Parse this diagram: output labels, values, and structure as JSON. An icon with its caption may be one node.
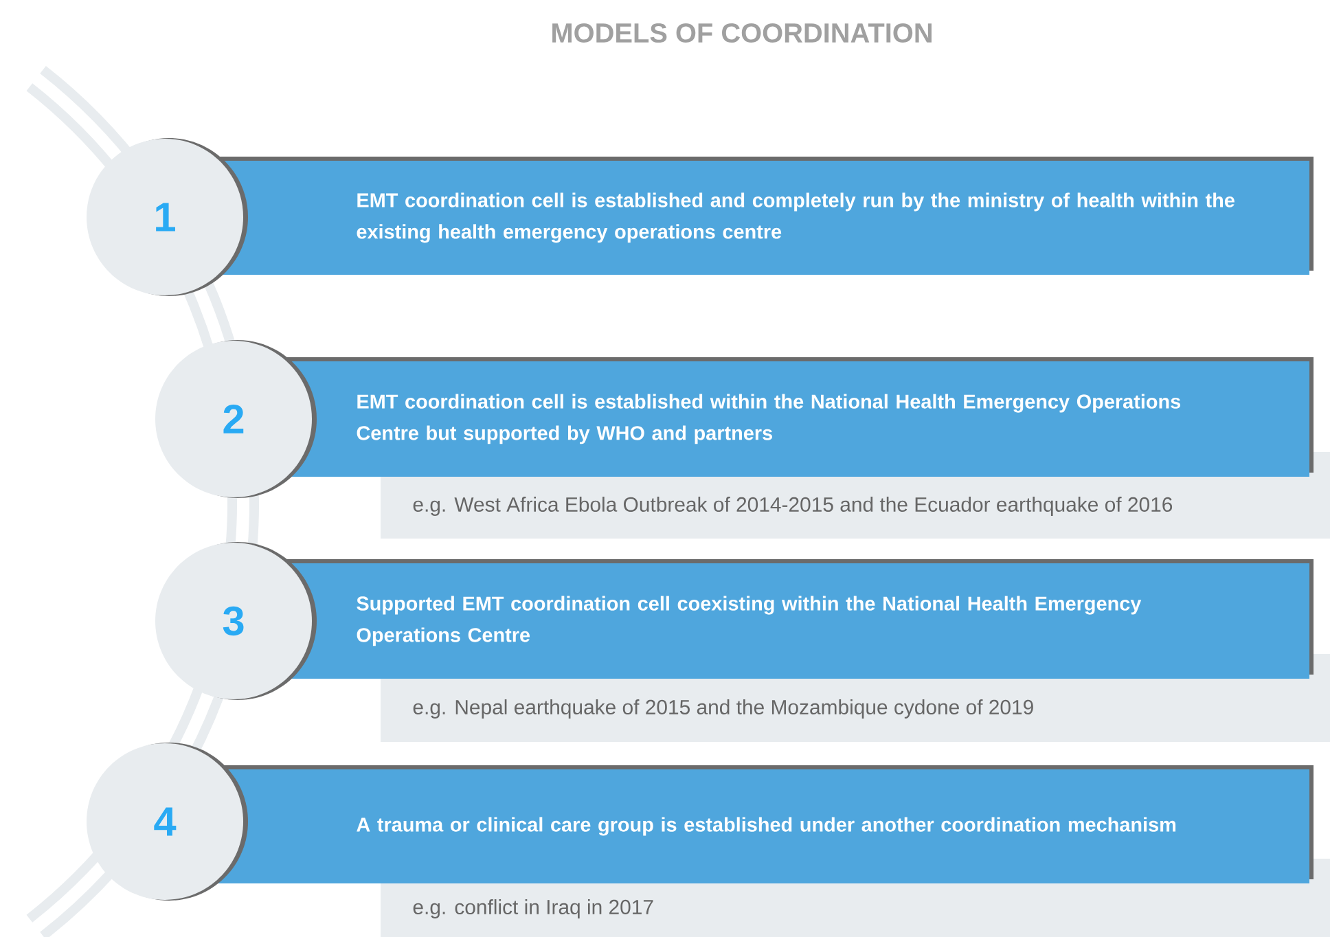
{
  "diagram": {
    "title": "MODELS OF COORDINATION",
    "nodes": [
      {
        "text": [
          "1"
        ]
      },
      {
        "text": [
          "EMT coordination cell is established and completely run by the ministry of health within the existing health emergency operations centre"
        ]
      },
      {
        "text": [
          "2"
        ]
      },
      {
        "text": [
          "EMT coordination cell is established within the National Health Emergency Operations Centre but supported by WHO and partners"
        ]
      },
      {
        "text": [
          "e.g. West Africa Ebola Outbreak of 2014-2015 and the Ecuador earthquake of 2016"
        ]
      },
      {
        "text": [
          "3"
        ]
      },
      {
        "text": [
          "Supported EMT coordination cell coexisting within the National Health Emergency Operations Centre"
        ]
      },
      {
        "text": [
          "e.g. Nepal earthquake of 2015 and the Mozambique cydone of 2019"
        ]
      },
      {
        "text": [
          "4"
        ]
      },
      {
        "text": [
          "A trauma or clinical care group is established under another coordination mechanism"
        ]
      },
      {
        "text": [
          "e.g. conflict in Iraq in 2017"
        ]
      }
    ]
  }
}
